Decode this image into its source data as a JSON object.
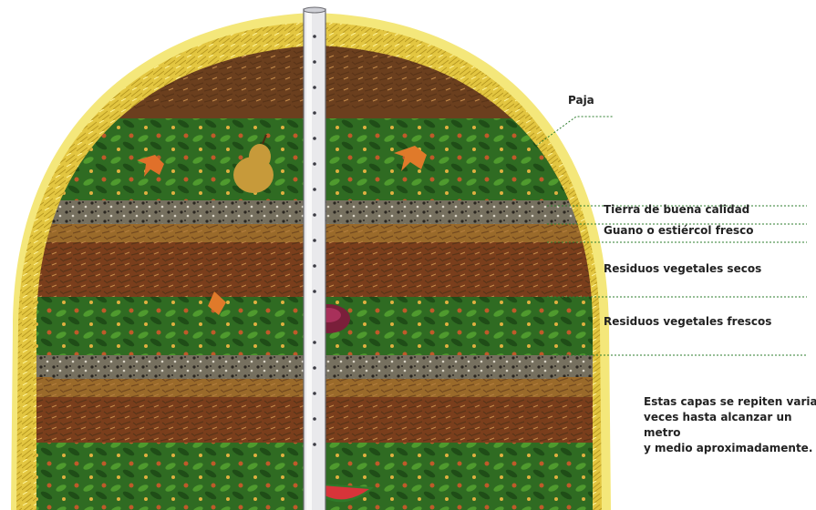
{
  "labels": {
    "straw": "Paja",
    "topsoil": "Tierra de buena calidad",
    "manure": "Guano o estiércol fresco",
    "dry_waste": "Residuos vegetales secos",
    "fresh_waste": "Residuos vegetales frescos"
  },
  "note": {
    "line1": "Estas capas se repiten varias",
    "line2": "veces hasta alcanzar un metro",
    "line3": "y medio aproximadamente."
  },
  "colors": {
    "straw": "#e8cf3f",
    "straw_glow": "#f6ea6a",
    "soil": "#6f6a5c",
    "soil_dark": "#2d2a24",
    "manure": "#8a5a22",
    "dry_waste": "#7a3e1c",
    "fresh_waste": "#2f6b22",
    "pipe": "#e9e9ec",
    "leader": "#2e7d2e"
  }
}
